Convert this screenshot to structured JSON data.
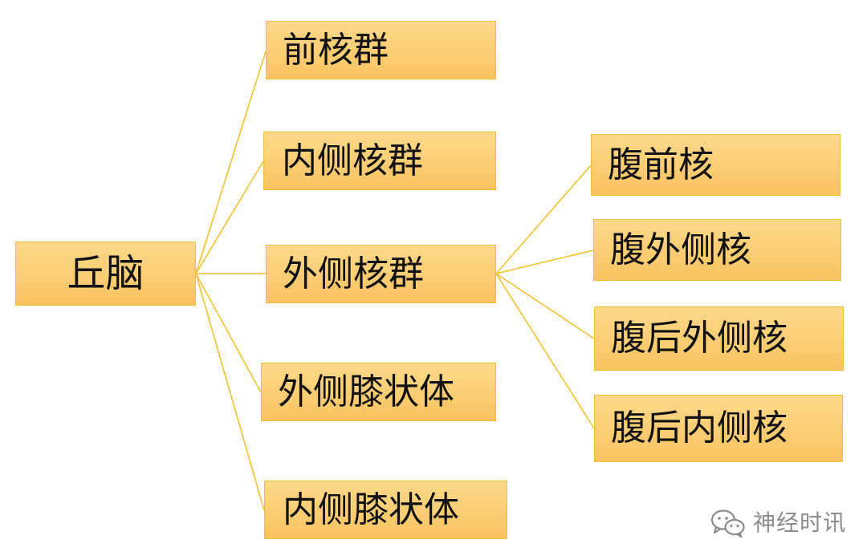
{
  "root": {
    "label": "丘脑"
  },
  "level1": [
    {
      "label": "前核群"
    },
    {
      "label": "内侧核群"
    },
    {
      "label": "外侧核群"
    },
    {
      "label": "外侧膝状体"
    },
    {
      "label": "内侧膝状体"
    }
  ],
  "level2": [
    {
      "label": "腹前核"
    },
    {
      "label": "腹外侧核"
    },
    {
      "label": "腹后外侧核"
    },
    {
      "label": "腹后内侧核"
    }
  ],
  "watermark": {
    "icon": "wechat-icon",
    "text": "神经时讯"
  },
  "colors": {
    "node_fill": "#fbcd73",
    "node_border": "#f3bf3a",
    "connector": "#f2c232",
    "text": "#111111",
    "watermark": "#8c8c8c"
  }
}
